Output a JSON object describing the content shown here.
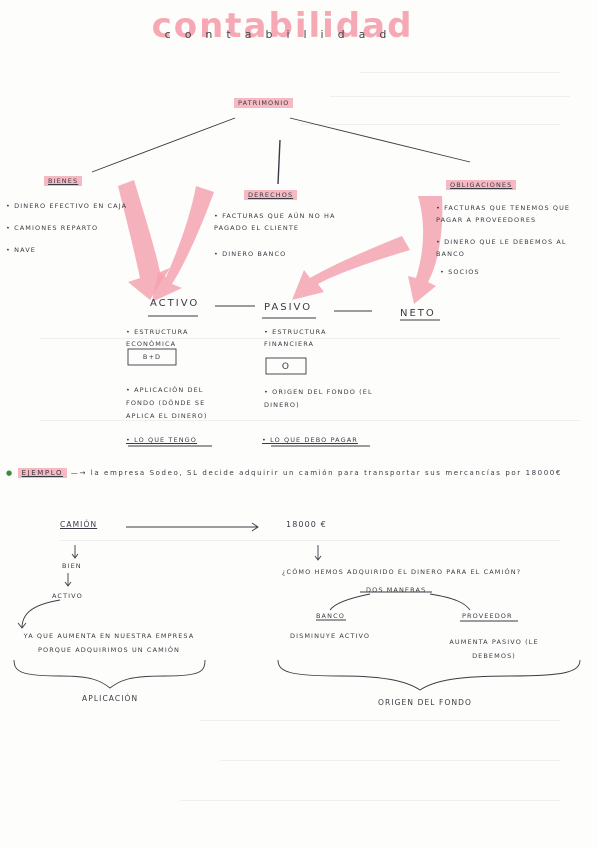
{
  "title": "contabilidad",
  "patrimonio": "PATRIMONIO",
  "branches": {
    "bienes": {
      "label": "BIENES",
      "items": [
        "DINERO EFECTIVO EN CAJA",
        "CAMIONES REPARTO",
        "NAVE"
      ]
    },
    "derechos": {
      "label": "DERECHOS",
      "items": [
        "FACTURAS QUE AÚN NO HA PAGADO EL CLIENTE",
        "DINERO BANCO"
      ]
    },
    "obligaciones": {
      "label": "OBLIGACIONES",
      "items": [
        "FACTURAS QUE TENEMOS QUE PAGAR A PROVEEDORES",
        "DINERO QUE LE DEBEMOS AL BANCO",
        "SOCIOS"
      ]
    }
  },
  "masses": {
    "activo": {
      "label": "ACTIVO",
      "structure": "ESTRUCTURA ECONÓMICA",
      "box": "B+D",
      "use": "APLICACIÓN DEL FONDO (DÓNDE SE APLICA EL DINERO)",
      "summary": "LO QUE TENGO"
    },
    "pasivo": {
      "label": "PASIVO",
      "structure": "ESTRUCTURA FINANCIERA",
      "box": "O",
      "use": "ORIGEN DEL FONDO (EL DINERO)",
      "summary": "LO QUE DEBO PAGAR"
    },
    "neto": {
      "label": "NETO"
    }
  },
  "example": {
    "label": "EJEMPLO",
    "text": "la empresa Sodeo, SL decide adquirir un camión para transportar sus mercancías por 18000€",
    "left": {
      "camion": "CAMIÓN",
      "bien": "BIEN",
      "activo": "ACTIVO",
      "note": "YA QUE AUMENTA EN NUESTRA EMPRESA PORQUE ADQUIRIMOS UN CAMIÓN",
      "footer": "APLICACIÓN"
    },
    "right": {
      "amount": "18000 €",
      "question": "¿CÓMO HEMOS ADQUIRIDO EL DINERO PARA EL CAMIÓN?",
      "options": "DOS MANERAS",
      "banco": "BANCO",
      "banco_note": "DISMINUYE ACTIVO",
      "proveedor": "PROVEEDOR",
      "proveedor_note": "AUMENTA PASIVO (LE DEBEMOS)",
      "footer": "ORIGEN DEL FONDO"
    }
  },
  "colors": {
    "highlight": "#f6b9c2",
    "arrow": "#f4a1ad",
    "ink": "#3a3a44"
  }
}
